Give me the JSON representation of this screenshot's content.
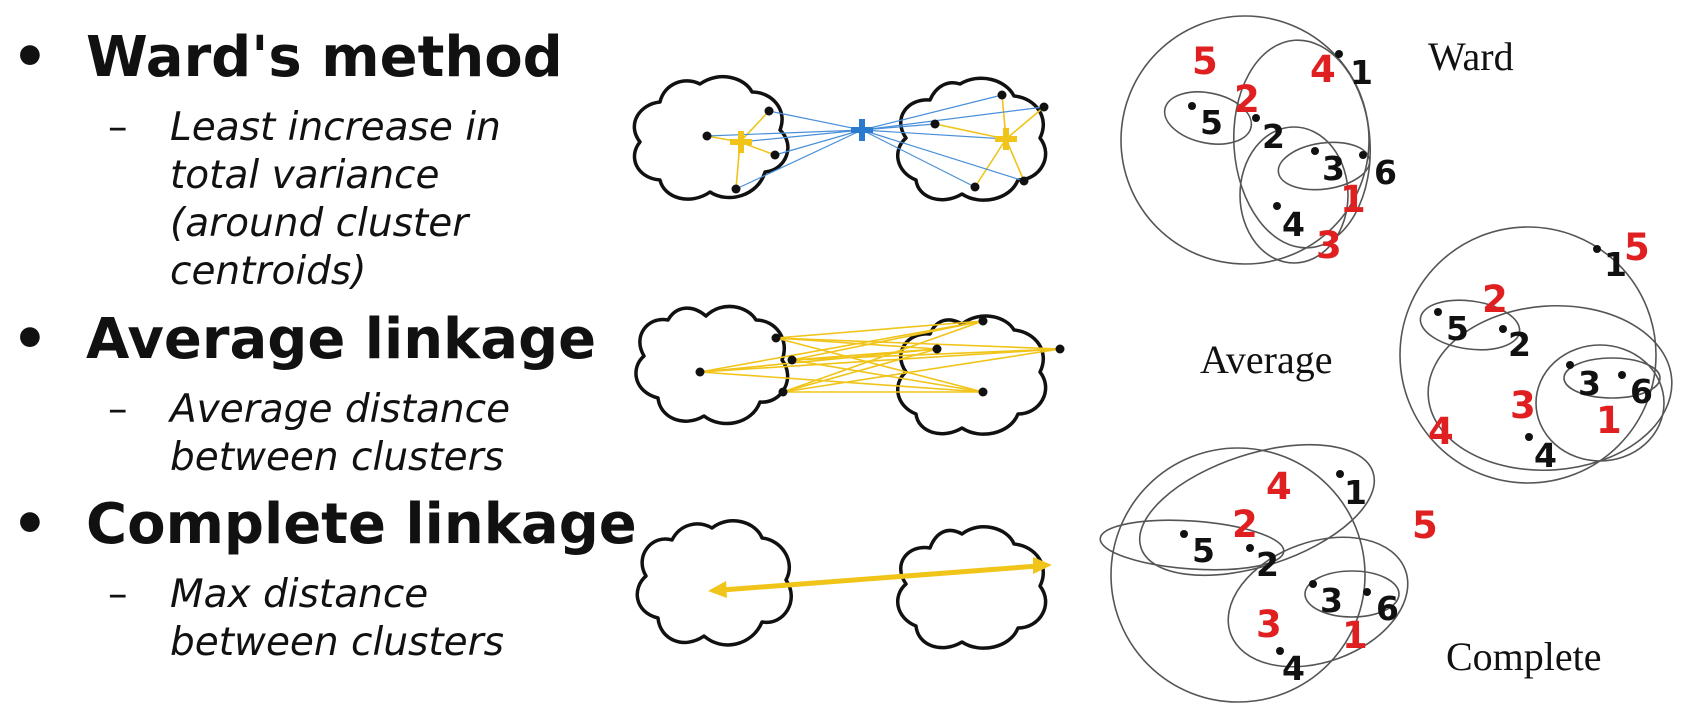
{
  "bullets": [
    {
      "title": "Ward's method",
      "dash": "–",
      "lines": [
        "Least increase in",
        "total variance",
        "(around cluster",
        "centroids)"
      ]
    },
    {
      "title": "Average linkage",
      "dash": "–",
      "lines": [
        "Average distance",
        "between clusters"
      ]
    },
    {
      "title": "Complete linkage",
      "dash": "–",
      "lines": [
        "Max distance",
        "between clusters"
      ]
    }
  ],
  "bullet_symbol": "•",
  "dendro": {
    "ward": {
      "title": "Ward",
      "points": [
        "1",
        "2",
        "3",
        "4",
        "5",
        "6"
      ],
      "merge_orders": [
        "1",
        "2",
        "3",
        "4",
        "5"
      ]
    },
    "average": {
      "title": "Average",
      "points": [
        "1",
        "2",
        "3",
        "4",
        "5",
        "6"
      ],
      "merge_orders": [
        "1",
        "2",
        "3",
        "4",
        "5"
      ]
    },
    "complete": {
      "title": "Complete",
      "points": [
        "1",
        "2",
        "3",
        "4",
        "5",
        "6"
      ],
      "merge_orders": [
        "1",
        "2",
        "3",
        "4",
        "5"
      ]
    }
  },
  "colors": {
    "text": "#111111",
    "merge_order": "#e02020",
    "centroid_line": "#4a90d9",
    "link_line": "#f0c419"
  }
}
